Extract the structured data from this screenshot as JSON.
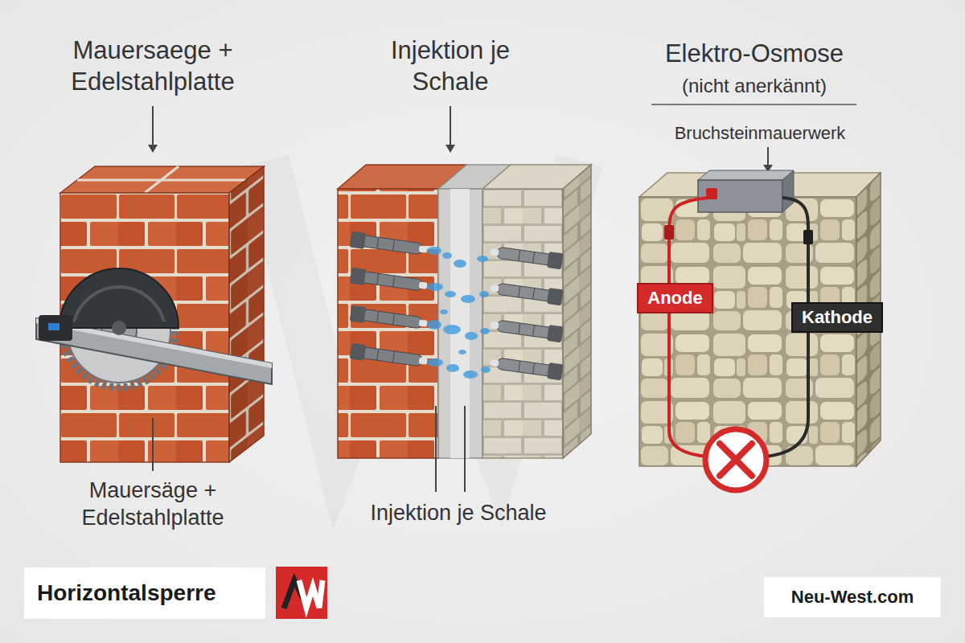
{
  "diagram": {
    "nodes": [
      {
        "text": [
          "Anode"
        ]
      },
      {
        "text": [
          "Kathode"
        ]
      },
      {
        "text": [
          "Horizontalsperre"
        ]
      },
      {
        "text": [
          "Neu-West.com"
        ]
      }
    ],
    "labels": [
      "Mauersaege + Edelstahlplatte",
      "Injektion je Schale",
      "Elektro-Osmose",
      "(nicht anerkännt)",
      "Bruchsteinmauerwerk",
      "Mauersäge + Edelstahlplatte",
      "Injektion je Schale"
    ]
  }
}
